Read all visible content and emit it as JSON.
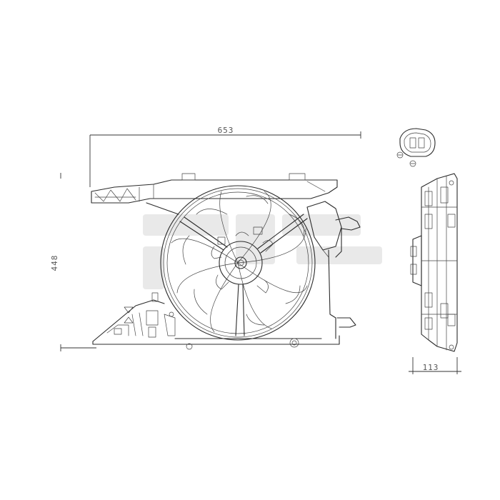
{
  "dimensions": {
    "width": "653",
    "height": "448",
    "depth": "113"
  },
  "colors": {
    "line": "#2b2b2b",
    "dimension_text": "#555555",
    "watermark": "#e9e9e9",
    "background": "#ffffff"
  },
  "icons": {
    "connector": "electrical-connector-icon",
    "watermark": "brand-watermark"
  }
}
